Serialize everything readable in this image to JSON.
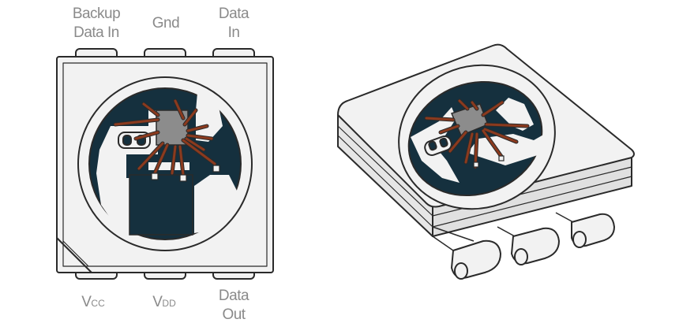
{
  "pins_top": {
    "backup_data_in": [
      "Backup",
      "Data In"
    ],
    "gnd": [
      "Gnd"
    ],
    "data_in": [
      "Data",
      "In"
    ]
  },
  "pins_bottom": {
    "vcc": {
      "main": "V",
      "sub": "CC"
    },
    "vdd": {
      "main": "V",
      "sub": "DD"
    },
    "data_out": [
      "Data",
      "Out"
    ]
  },
  "colors": {
    "outline": "#2a2a2a",
    "body": "#f2f2f2",
    "pcb": "#15303e",
    "die": "#8c8c8c",
    "wire": "#8b3a1e",
    "label": "#8a8a8a"
  }
}
